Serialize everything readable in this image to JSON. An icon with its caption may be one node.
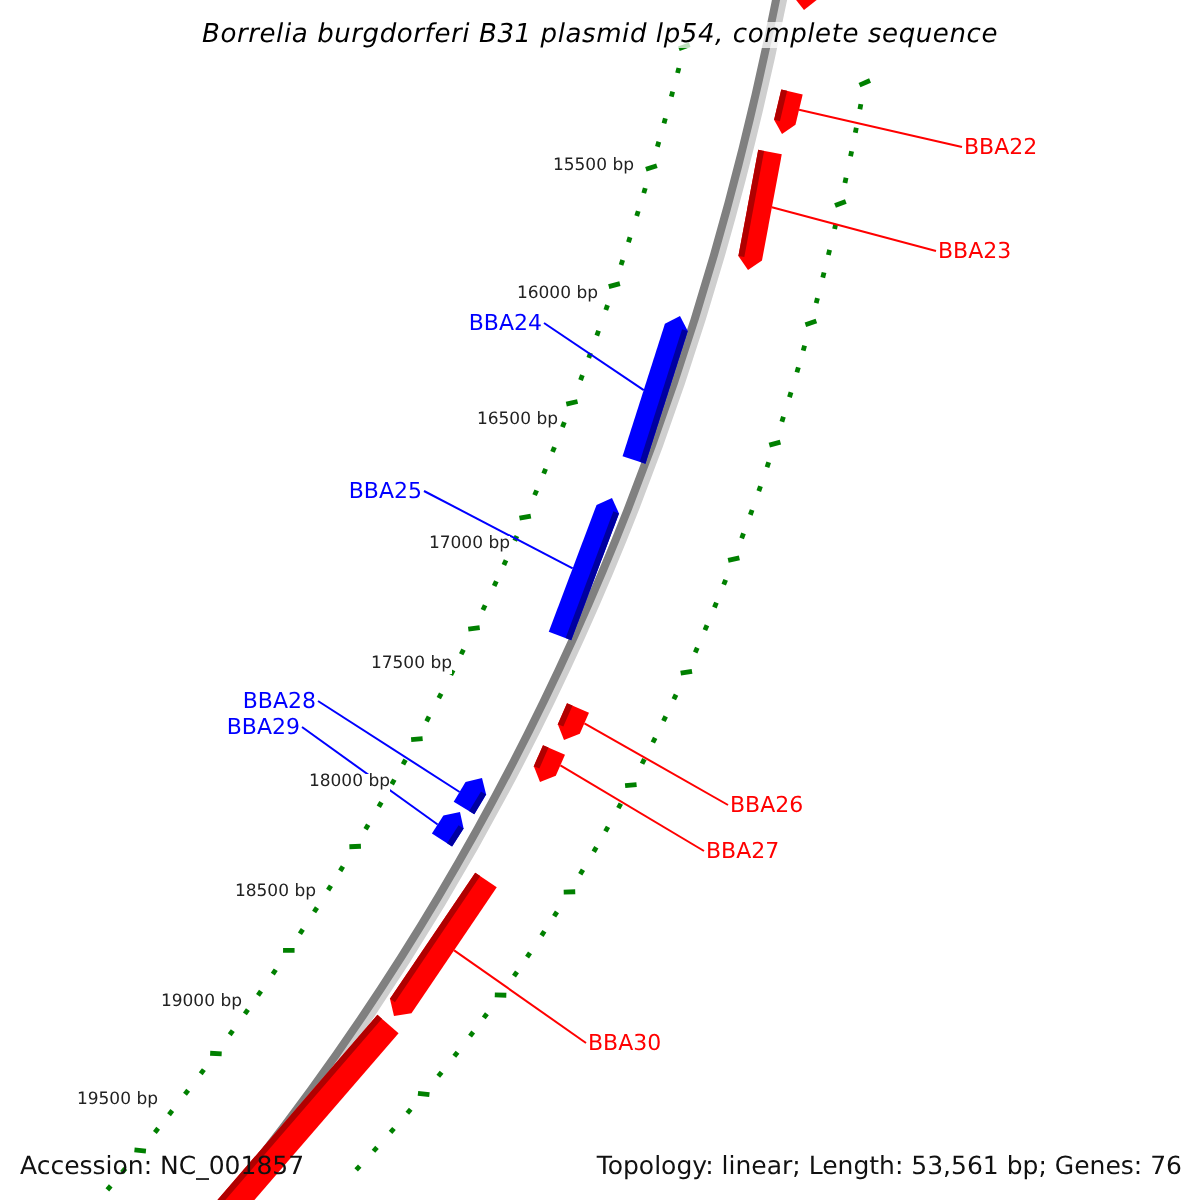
{
  "diagram": {
    "title": "Borrelia burgdorferi B31 plasmid lp54, complete sequence",
    "nodes": [
      {
        "text": [],
        "shape": "bar"
      },
      {
        "text": [],
        "shape": "bar"
      },
      {
        "text": [
          "BBA22"
        ]
      },
      {
        "text": [],
        "shape": "bar"
      },
      {
        "text": [
          "BBA23"
        ]
      },
      {
        "text": [],
        "shape": "bar"
      },
      {
        "text": [
          "BBA24"
        ]
      },
      {
        "text": [],
        "shape": "bar"
      },
      {
        "text": [
          "BBA25"
        ]
      },
      {
        "text": [],
        "shape": "bar"
      },
      {
        "text": [
          "BBA26"
        ]
      },
      {
        "text": [],
        "shape": "bar"
      },
      {
        "text": [
          "BBA27"
        ]
      },
      {
        "text": [],
        "shape": "bar"
      },
      {
        "text": [
          "BBA28"
        ]
      },
      {
        "text": [],
        "shape": "bar"
      },
      {
        "text": [
          "BBA29"
        ]
      },
      {
        "text": [],
        "shape": "bar"
      },
      {
        "text": [
          "BBA30"
        ]
      },
      {
        "text": [],
        "shape": "bar"
      }
    ],
    "edges": [
      {
        "from": 2,
        "to": 1,
        "arrow": "none"
      },
      {
        "from": 4,
        "to": 3,
        "arrow": "none"
      },
      {
        "from": 6,
        "to": 5,
        "arrow": "none",
        "color": "#0000ff"
      },
      {
        "from": 8,
        "to": 7,
        "arrow": "none",
        "color": "#0000ff"
      },
      {
        "from": 10,
        "to": 9,
        "arrow": "none"
      },
      {
        "from": 12,
        "to": 11,
        "arrow": "none"
      },
      {
        "from": 14,
        "to": 13,
        "arrow": "none",
        "color": "#0000ff"
      },
      {
        "from": 16,
        "to": 15,
        "arrow": "none",
        "color": "#0000ff"
      },
      {
        "from": 18,
        "to": 17,
        "arrow": "none"
      }
    ],
    "labels": [
      "15500 bp",
      "16000 bp",
      "16500 bp",
      "17000 bp",
      "17500 bp",
      "18000 bp",
      "18500 bp",
      "19000 bp",
      "19500 bp",
      "Accession: NC_001857",
      "Topology: linear; Length: 53,561 bp; Genes: 76"
    ]
  }
}
